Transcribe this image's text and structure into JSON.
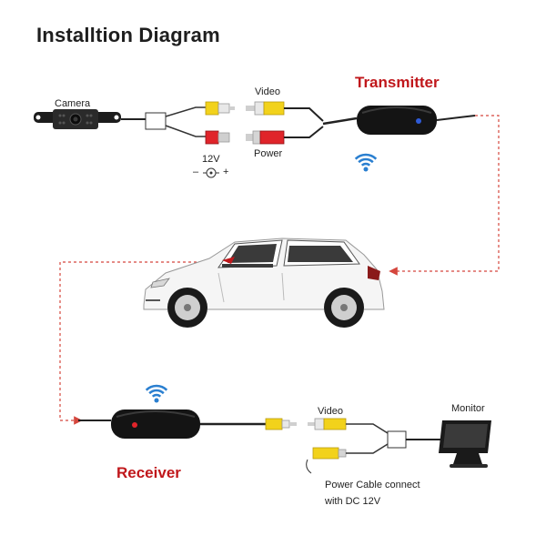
{
  "title": "Installtion Diagram",
  "transmitter": {
    "label": "Transmitter"
  },
  "receiver": {
    "label": "Receiver"
  },
  "camera": {
    "label": "Camera"
  },
  "connectors_top": {
    "video_label": "Video",
    "power_label": "Power",
    "voltage_label": "12V",
    "minus_symbol": "–",
    "plus_symbol": "+"
  },
  "connectors_bottom": {
    "video_label": "Video",
    "monitor_label": "Monitor",
    "power_note_line1": "Power Cable connect",
    "power_note_line2": "with DC 12V"
  },
  "colors": {
    "title_red": "#c0171b",
    "rca_yellow": "#f2d21b",
    "dc_red": "#e0242a",
    "wifi_blue": "#2a7fd0",
    "dashed_red": "#d5463d",
    "box_black": "#141414",
    "led_blue": "#2f5bd8",
    "led_red": "#e0242a"
  },
  "icons": {
    "wifi_top": "wifi-signal-icon",
    "wifi_bottom": "wifi-signal-icon",
    "car": "car-icon",
    "camera": "license-plate-camera-icon",
    "monitor": "monitor-icon"
  }
}
